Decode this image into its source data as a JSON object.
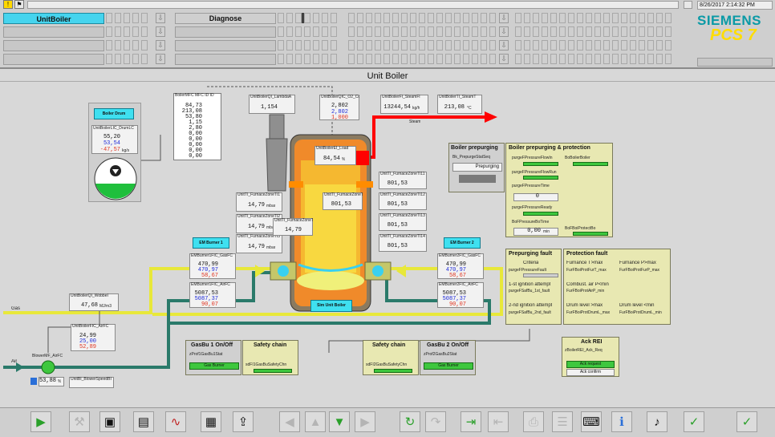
{
  "datetime": "8/26/2017 2:14:32 PM",
  "brand": {
    "company": "SIEMENS",
    "product": "PCS 7"
  },
  "areas": {
    "area1": "UnitBoiler",
    "area2": "Diagnose"
  },
  "page_title": "Unit Boiler",
  "boiler_drum": {
    "button": "Boiler Drum",
    "tag": "UnitBoilerLIC_DrumLC",
    "pv": "55,20",
    "sp": "53,54",
    "out": "-47,57",
    "out_unit": "kg/s"
  },
  "left_list": {
    "tag": "BoilerMFC MFC ID ID",
    "values": [
      "84,73",
      "213,08",
      "53,80",
      "1,15",
      "2,80",
      "0,00",
      "0,00",
      "0,00",
      "0,00",
      "0,00"
    ]
  },
  "lambda": {
    "tag": "UnitBoilerQI_LambdaA",
    "value": "1,154"
  },
  "o2": {
    "tag": "UnitBoilerQIC_O2_ConC",
    "pv": "2,802",
    "sp": "2,802",
    "out": "1,000"
  },
  "steam_flow": {
    "tag": "UnitBoilerFI_SteamFl",
    "value": "13244,54",
    "unit": "kg/h"
  },
  "steam_temp": {
    "tag": "UnitBoilerTI_SteamT",
    "value": "213,08",
    "unit": "°C"
  },
  "steam_label": "Steam",
  "boiler_load": {
    "tag": "UnitBoilerEI_Load",
    "value": "84,54",
    "unit": "%"
  },
  "furnace_temps": [
    {
      "tag": "UnitTI_FurnaceZoneTI1",
      "value": "14,79",
      "unit": "mbar"
    },
    {
      "tag": "UnitTI_FurnaceZoneTI2",
      "value": "14,79",
      "unit": "mbar"
    },
    {
      "tag": "UnitTI_FurnaceZoneTI3",
      "value": "14,79",
      "unit": "mbar"
    }
  ],
  "furnace_center": [
    {
      "tag": "UnitTI_FurnaceZoneTI4",
      "value": "801,53"
    },
    {
      "tag": "UnitTI_FurnaceZoneTI5",
      "value": "14,79"
    }
  ],
  "right_temps": [
    {
      "tag": "UnitTI_FurnaceZoneTI11",
      "value": "801,53"
    },
    {
      "tag": "UnitTI_FurnaceZoneTI12",
      "value": "801,53"
    },
    {
      "tag": "UnitTI_FurnaceZoneTI13",
      "value": "801,53"
    },
    {
      "tag": "UnitTI_FurnaceZoneTI14",
      "value": "801,53"
    }
  ],
  "burner1": {
    "button": "EM Burner 1",
    "gas": {
      "tag": "EMBurner1FIC_GasFC",
      "pv": "470,99",
      "sp": "470,97",
      "out": "58,67"
    },
    "air": {
      "tag": "EMBurner1FIC_AirFC",
      "pv": "5087,53",
      "sp": "5087,37",
      "out": "90,07"
    }
  },
  "burner2": {
    "button": "EM Burner 2",
    "gas": {
      "tag": "EMBurner2FIC_GasFC",
      "pv": "470,99",
      "sp": "470,97",
      "out": "58,67"
    },
    "air": {
      "tag": "EMBurner2FIC_AirFC",
      "pv": "5087,53",
      "sp": "5087,37",
      "out": "90,07"
    }
  },
  "sim_button": "Sim Unit Boiler",
  "gas_label": "Gas",
  "air_label": "Air",
  "wobbe": {
    "tag": "UnitBoilerQI_WobbeI",
    "value": "47,68",
    "unit": "MJ/m3"
  },
  "air_fic": {
    "tag": "UnitBoilerFIC_AirFC",
    "pv": "24,99",
    "sp": "25,00",
    "out": "52,89"
  },
  "air_fan": {
    "tag": "BlowerMF_AirFC",
    "value": "53,88",
    "unit": "%"
  },
  "blower": {
    "tag": "UnitBI_BlowerSpeedBI"
  },
  "prepurge": {
    "title": "Boiler prepurging",
    "tag": "Bk_PrepurgeStatSeq",
    "status": "Prepurging",
    "title2": "Boiler prepurging & protection",
    "row1": "purgeFPressureFlowIn",
    "row2": "purgeFPressureFlowRun",
    "row3": "purgeFPressureTime",
    "value0": "0",
    "row4": "purgeFPressureReady",
    "row5": "BoFPressureBoTime",
    "value1": "0,00",
    "value1_unit": "min",
    "right1": "BoBoilerBoiler",
    "right2": "BoFBoiProtectBo"
  },
  "prepurge_fault": {
    "title": "Prepurging fault",
    "criteria": "Criteria",
    "c_tag": "purgeFPressureFault",
    "att1": "1-st ignition attempt",
    "att1_tag": "purgeFSafBu_1st_fault",
    "att2": "2-nd ignition attempt",
    "att2_tag": "purgeFSafBu_2nd_fault"
  },
  "protection_fault": {
    "title": "Protection fault",
    "t_max": "Furnance T>max",
    "p_max": "Furnance P>max",
    "t_tag": "FurFBoiProtFurT_max",
    "p_tag": "FurFBoiProtFurP_max",
    "combust": "Combust. air P<min",
    "combust_tag": "FurFBoiProtAirP_min",
    "lvl_max": "Drum level >max",
    "lvl_min": "Drum level <min",
    "lvl_max_tag": "FurFBoiProtDrumL_max",
    "lvl_min_tag": "FurFBoiProtDrumL_min"
  },
  "gasbu1": {
    "title": "GasBu 1 On/Off",
    "tag": "zProf1GasBu1Stat",
    "label": "Gas Burner"
  },
  "gasbu2": {
    "title": "GasBu 2 On/Off",
    "tag": "zProf2GasBu2Stat",
    "label": "Gas Burner"
  },
  "safety1": {
    "title": "Safety chain",
    "tag": "sdFI1GasBuSafetyChn"
  },
  "safety2": {
    "title": "Safety chain",
    "tag": "sdFI2GasBuSafetyChn"
  },
  "ack": {
    "title": "Ack REI",
    "tag": "zBoilerREI_Ack_Req",
    "request": "Ack request",
    "confirm": "Ack confirm"
  },
  "colors": {
    "accent": "#46d4ee",
    "steam": "#ff0000",
    "gas": "#e8e83a",
    "air": "#2a7a6a",
    "faceplate_panel": "#e8e8b2"
  },
  "toolbar_icons": [
    "play-icon",
    "tools-icon",
    "picture-icon",
    "report-icon",
    "trend-icon",
    "grid-icon",
    "export-icon",
    "arrow-left-icon",
    "arrow-up-icon",
    "arrow-down-icon",
    "arrow-right-icon",
    "refresh-icon",
    "redo-icon",
    "forward-icon",
    "back-icon",
    "print-icon",
    "list-icon",
    "keyboard-icon",
    "info-icon",
    "horn-icon",
    "ack-icon"
  ]
}
